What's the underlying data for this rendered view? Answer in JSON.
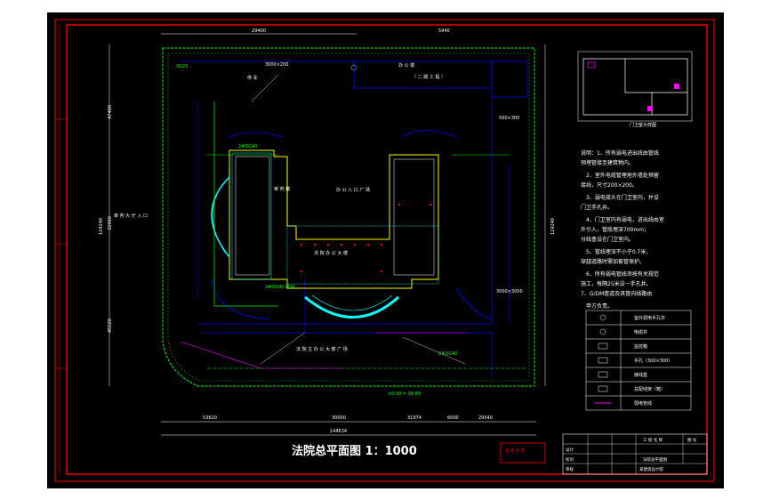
{
  "plan": {
    "title": "法院总平面图  1：1000",
    "dims": {
      "top_1": "29400",
      "top_2": "5940",
      "bottom_1": "53620",
      "bottom_2": "30000",
      "bottom_3": "31974",
      "bottom_4": "6000",
      "bottom_5": "29540",
      "bottom_total": "144634",
      "left_total": "124240",
      "right_total": "124240",
      "left_1": "47400",
      "left_2": "32000",
      "left_3": "45520"
    },
    "labels": {
      "office_plaza": "办 公 入 口 广 场",
      "court_plaza": "法 院 办 公 大 楼",
      "main_plaza": "法 院 主 办 公 大 楼 广 场",
      "phase_two": "（ 二 期 工 程 ）",
      "north_building": "办 公 楼",
      "parking_top": "停 车",
      "west_wing": "审 判 楼",
      "west_gate": "审 判 大 厅 入 口",
      "pipe_main": "2#DG40 Ø50",
      "pipe_west": "2#DG40",
      "pipe_nw": "3G25",
      "pipe_se": "2#DG40",
      "elevation": "±0.00 = 90.80",
      "ne_size": "500×300",
      "e_size": "3000×3000",
      "nw_size": "3000×200"
    }
  },
  "stamp": {
    "text": "盖 章 专 用"
  },
  "inset": {
    "caption": "门卫室大样图"
  },
  "notes": [
    "说明：1、所有弱电进出线由管线",
    "预埋管接至建筑物内。",
    "2、室外电缆管埋地外墙处预留",
    "接线，尺寸200×200。",
    "3、弱电接头在门卫室内，并设",
    "门卫手孔井。",
    "4、门卫室内有弱电，进出线由室",
    "外引入，管底埋深700mm；",
    "分线盒设在门卫室内。",
    "5、管线埋深不小于0.7米，",
    "穿越道路时需加套管保护。",
    "6、所有弱电管线须按有关规范",
    "施工，每隔25米设一手孔井。",
    "7、G/DM管道及其管内线路由",
    "甲方负责。"
  ],
  "legend": [
    "室外弱电手孔井",
    "电缆井",
    "监控箱",
    "手孔（300×300）",
    "接线盒",
    "总配线架（箱）",
    "弱电管线"
  ],
  "title_block": {
    "project": "工 程 名 称",
    "number": "图 号",
    "row1": "设计",
    "row2": "校对",
    "row3": "审核",
    "drawing_name": "法院总平面图",
    "company": "某建筑设计院"
  }
}
